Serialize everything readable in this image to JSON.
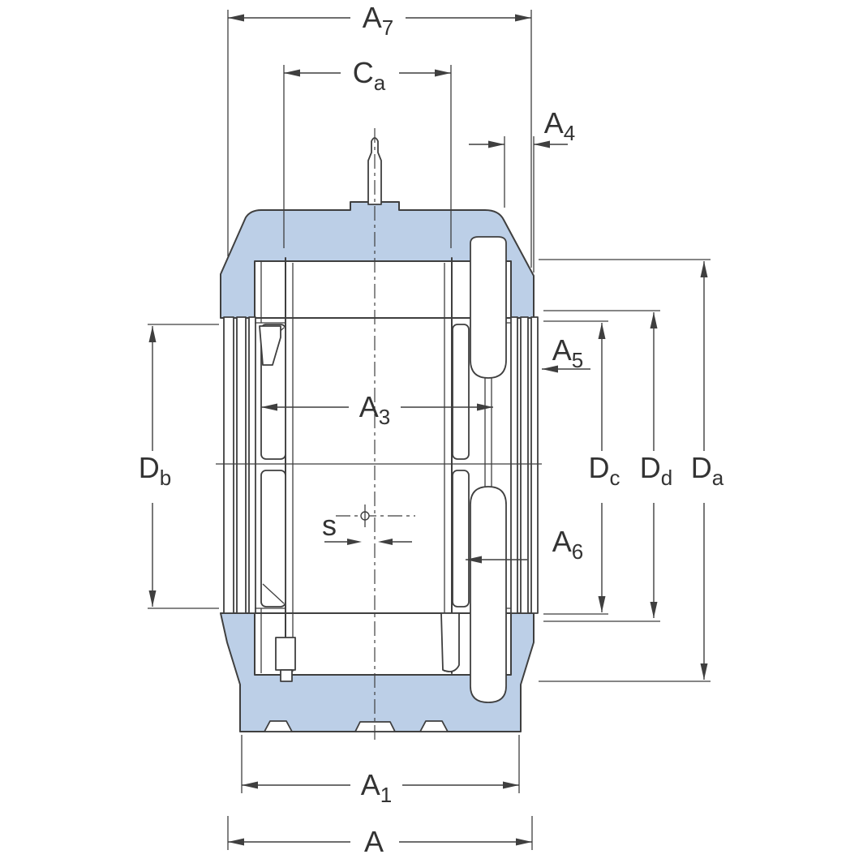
{
  "diagram": {
    "type": "bearing-housing-cross-section",
    "labels": {
      "a7": {
        "main": "A",
        "sub": "7"
      },
      "ca": {
        "main": "C",
        "sub": "a"
      },
      "a4": {
        "main": "A",
        "sub": "4"
      },
      "a5": {
        "main": "A",
        "sub": "5"
      },
      "a3": {
        "main": "A",
        "sub": "3"
      },
      "db": {
        "main": "D",
        "sub": "b"
      },
      "s": {
        "main": "s",
        "sub": ""
      },
      "a6": {
        "main": "A",
        "sub": "6"
      },
      "dc": {
        "main": "D",
        "sub": "c"
      },
      "dd": {
        "main": "D",
        "sub": "d"
      },
      "da": {
        "main": "D",
        "sub": "a"
      },
      "a1": {
        "main": "A",
        "sub": "1"
      },
      "a": {
        "main": "A",
        "sub": ""
      }
    }
  },
  "colors": {
    "housing_fill": "#bccfe7",
    "line": "#3f3f3f",
    "dim": "#3f3f3f",
    "text": "#333333",
    "background": "#ffffff"
  }
}
